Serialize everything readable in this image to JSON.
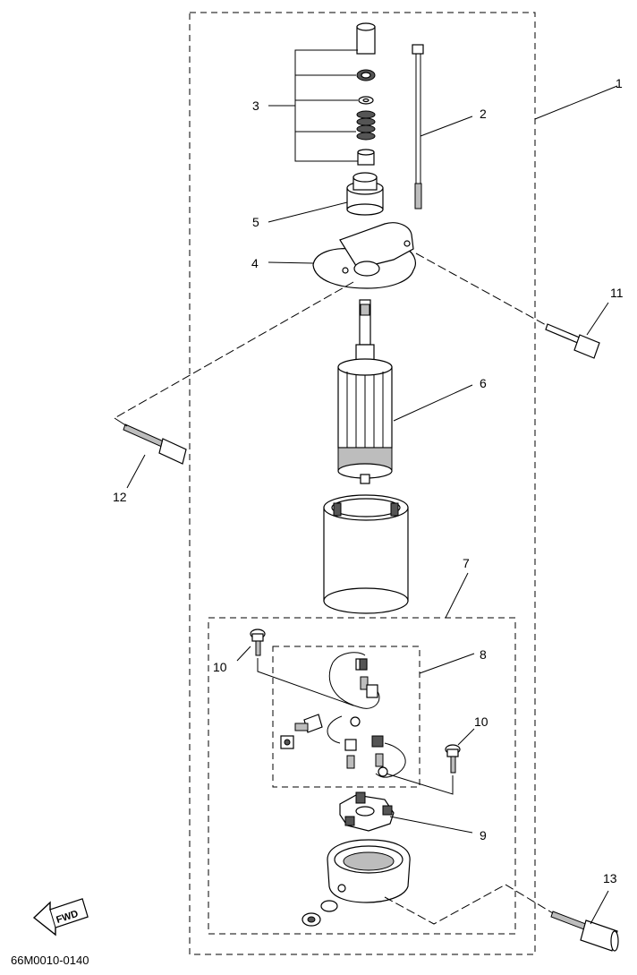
{
  "diagram": {
    "code": "66M0010-0140",
    "fwd_label": "FWD",
    "callouts": {
      "c1": "1",
      "c2": "2",
      "c3": "3",
      "c4": "4",
      "c5": "5",
      "c6": "6",
      "c7": "7",
      "c8": "8",
      "c9": "9",
      "c10a": "10",
      "c10b": "10",
      "c11": "11",
      "c12": "12",
      "c13": "13"
    }
  }
}
